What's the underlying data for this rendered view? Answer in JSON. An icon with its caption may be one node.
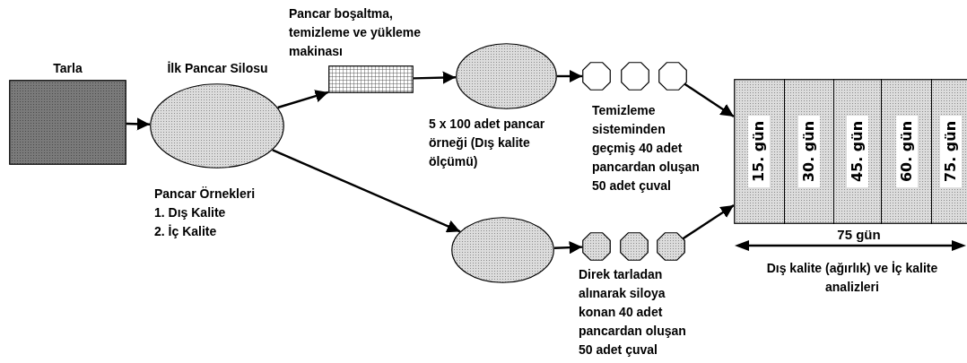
{
  "diagram": {
    "nodes": [
      {
        "text": [
          "Tarla"
        ]
      },
      {
        "text": [
          "İlk Pancar Silosu"
        ],
        "beside": [
          "Pancar Örnekleri",
          "1. Dış Kalite",
          "2. İç Kalite"
        ]
      },
      {
        "text": [
          "Pancar boşaltma, temizleme ve yükleme makinası"
        ]
      },
      {
        "text": [],
        "shape": "circle",
        "beside": [
          "5 x 100 adet pancar örneği (Dış kalite ölçümü)"
        ]
      },
      {
        "text": [],
        "shape": "octagon",
        "beside": [
          "Temizleme sisteminden geçmiş 40 adet pancardan oluşan 50 adet çuval"
        ]
      },
      {
        "text": [],
        "shape": "octagon"
      },
      {
        "text": [],
        "shape": "octagon"
      },
      {
        "text": [],
        "shape": "circle"
      },
      {
        "text": [],
        "shape": "octagon",
        "beside": [
          "Direk tarladan alınarak siloya konan 40 adet pancardan oluşan 50 adet çuval"
        ]
      },
      {
        "text": [],
        "shape": "octagon"
      },
      {
        "text": [],
        "shape": "octagon"
      },
      {
        "text": [],
        "shape": "box",
        "beside": [
          "Dış kalite (ağırlık) ve İç kalite analizleri"
        ]
      },
      {
        "text": [
          "15. gün"
        ],
        "in": 11
      },
      {
        "text": [
          "30. gün"
        ],
        "in": 11
      },
      {
        "text": [
          "45. gün"
        ],
        "in": 11
      },
      {
        "text": [
          "60. gün"
        ],
        "in": 11
      },
      {
        "text": [
          "75. gün"
        ],
        "in": 11
      }
    ],
    "edges": [
      {
        "from": 0,
        "to": 1,
        "arrow": "to"
      },
      {
        "from": 1,
        "to": 2,
        "arrow": "to"
      },
      {
        "from": 2,
        "to": 3,
        "arrow": "to"
      },
      {
        "from": 3,
        "to": 4,
        "arrow": "to"
      },
      {
        "from": 6,
        "to": 11,
        "arrow": "to"
      },
      {
        "from": 1,
        "to": 7,
        "arrow": "to"
      },
      {
        "from": 7,
        "to": 8,
        "arrow": "to"
      },
      {
        "from": 10,
        "to": 11,
        "arrow": "to"
      }
    ],
    "labels": [
      "75 gün"
    ]
  }
}
